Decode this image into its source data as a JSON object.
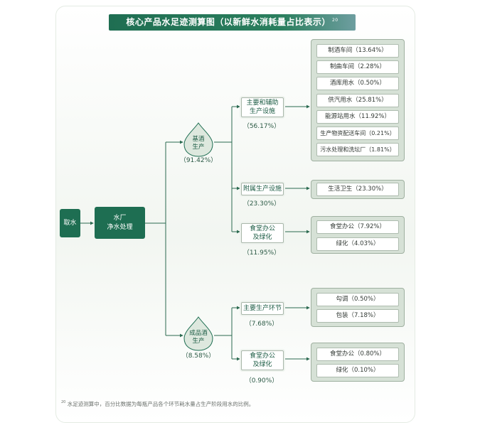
{
  "title": "核心产品水足迹测算图（以新鲜水消耗量占比表示）",
  "title_note": "20",
  "source": "取水",
  "plant": {
    "line1": "水厂",
    "line2": "净水处理"
  },
  "base": {
    "line1": "基酒",
    "line2": "生产",
    "pct": "（91.42%）"
  },
  "finished": {
    "line1": "成品酒",
    "line2": "生产",
    "pct": "（8.58%）"
  },
  "categories": {
    "main_aux": {
      "line1": "主要和辅助",
      "line2": "生产设施",
      "pct": "（56.17%）"
    },
    "attached": {
      "label": "附属生产设施",
      "pct": "（23.30%）"
    },
    "canteen1": {
      "line1": "食堂办公",
      "line2": "及绿化",
      "pct": "（11.95%）"
    },
    "main_link": {
      "label": "主要生产环节",
      "pct": "（7.68%）"
    },
    "canteen2": {
      "line1": "食堂办公",
      "line2": "及绿化",
      "pct": "（0.90%）"
    }
  },
  "leaves": {
    "main_aux": [
      "制酒车间（13.64%）",
      "制曲车间（2.28%）",
      "酒库用水（0.50%）",
      "供汽用水（25.81%）",
      "能源站用水（11.92%）",
      "生产物资配送车间（0.21%）",
      "污水处理和洗坛厂（1.81%）"
    ],
    "attached": [
      "生活卫生（23.30%）"
    ],
    "canteen1": [
      "食堂办公（7.92%）",
      "绿化（4.03%）"
    ],
    "main_link": [
      "勾调（0.50%）",
      "包装（7.18%）"
    ],
    "canteen2": [
      "食堂办公（0.80%）",
      "绿化（0.10%）"
    ]
  },
  "footnote_mark": "20",
  "footnote": "水足迹测算中，百分比数据为每瓶产品各个环节耗水量占生产阶段用水的比例。",
  "colors": {
    "primary": "#1e6e52",
    "line": "#2b6a50",
    "group_bg": "#d6e1d6"
  }
}
